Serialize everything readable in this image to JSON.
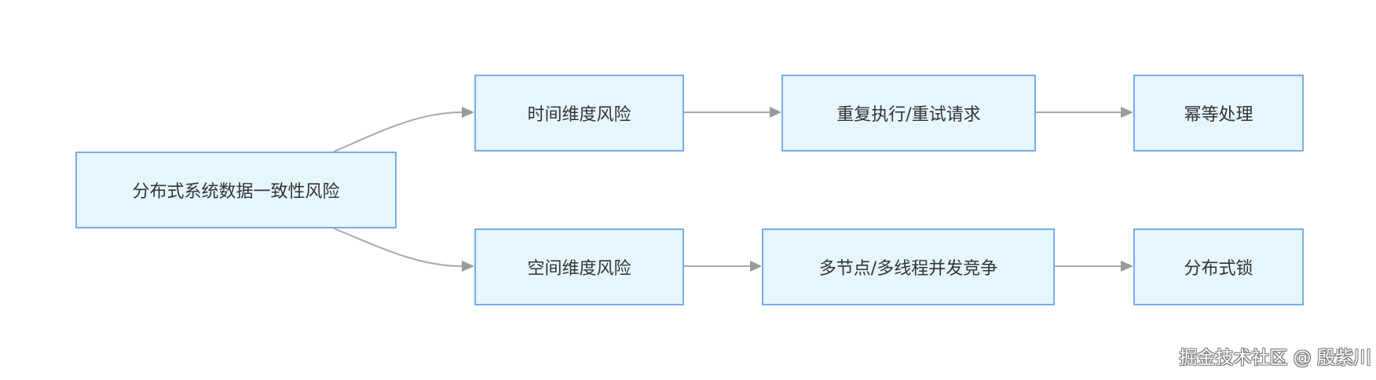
{
  "diagram": {
    "nodes": {
      "root": "分布式系统数据一致性风险",
      "time_risk": "时间维度风险",
      "space_risk": "空间维度风险",
      "retry": "重复执行/重试请求",
      "concurrency": "多节点/多线程并发竞争",
      "idempotent": "幂等处理",
      "dist_lock": "分布式锁"
    },
    "edges": [
      {
        "from": "root",
        "to": "time_risk"
      },
      {
        "from": "root",
        "to": "space_risk"
      },
      {
        "from": "time_risk",
        "to": "retry"
      },
      {
        "from": "retry",
        "to": "idempotent"
      },
      {
        "from": "space_risk",
        "to": "concurrency"
      },
      {
        "from": "concurrency",
        "to": "dist_lock"
      }
    ],
    "colors": {
      "node_fill": "#e6f6fd",
      "node_border": "#78aee9",
      "edge": "#a9a9a9",
      "text": "#333333"
    }
  },
  "watermark": "掘金技术社区 @ 殷紫川"
}
